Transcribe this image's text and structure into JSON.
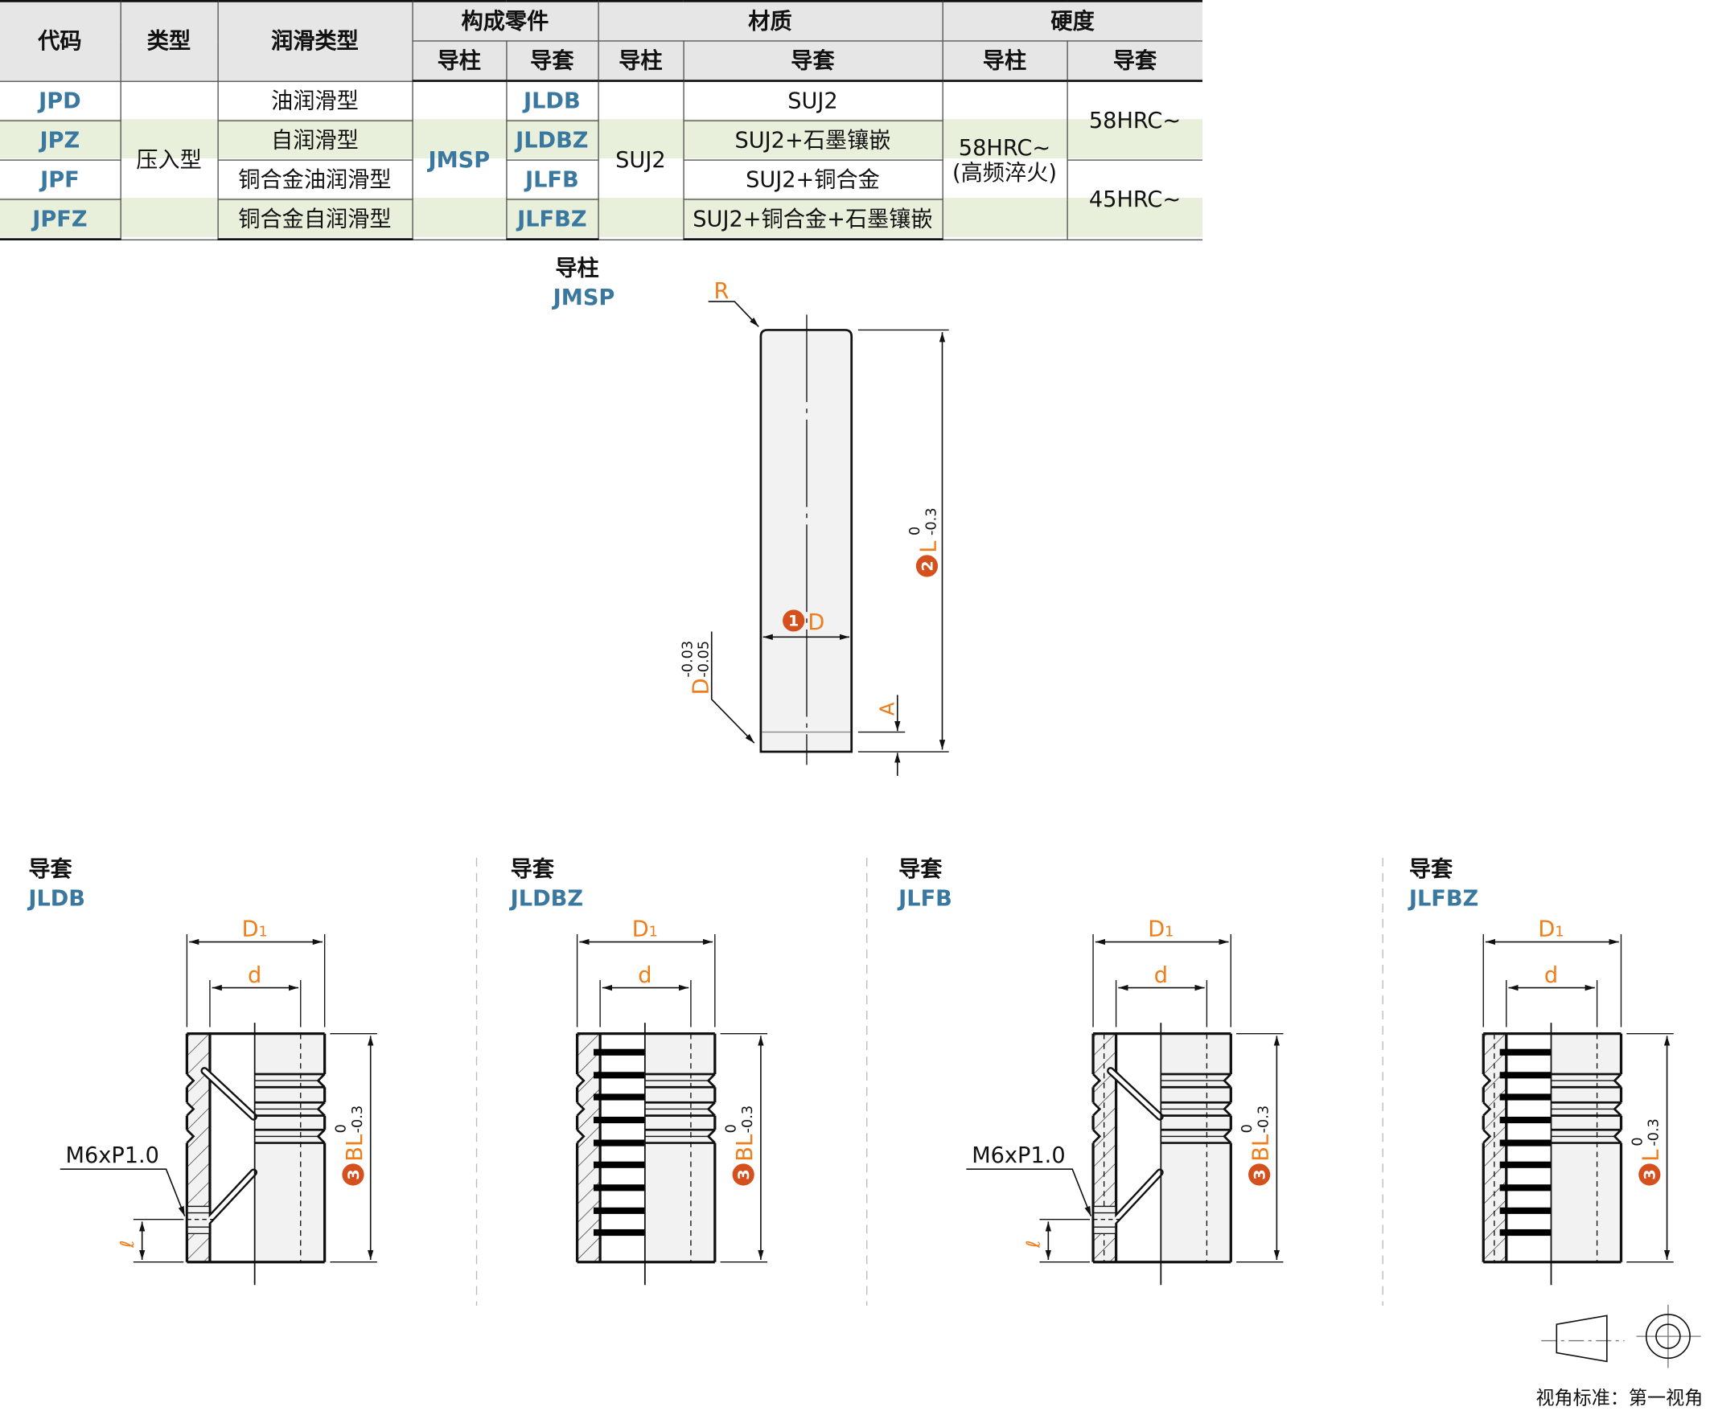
{
  "colors": {
    "accent_orange": "#ee7d1a",
    "badge_red": "#d4501c",
    "code_blue": "#3a78a0",
    "stripe_green": "#e8f0dc",
    "header_gray": "#e6e6e6"
  },
  "table": {
    "headers": {
      "code": "代码",
      "type": "类型",
      "lube": "润滑类型",
      "parts": "构成零件",
      "material": "材质",
      "hardness": "硬度",
      "post": "导柱",
      "bush": "导套"
    },
    "type_value": "压入型",
    "post_code": "JMSP",
    "post_material": "SUJ2",
    "post_hardness": "58HRC~",
    "post_hardness_note": "(高频淬火)",
    "bush_hardness": [
      "58HRC~",
      "45HRC~"
    ],
    "rows": [
      {
        "code": "JPD",
        "lube": "油润滑型",
        "bush": "JLDB",
        "bush_material": "SUJ2"
      },
      {
        "code": "JPZ",
        "lube": "自润滑型",
        "bush": "JLDBZ",
        "bush_material": "SUJ2+石墨镶嵌"
      },
      {
        "code": "JPF",
        "lube": "铜合金油润滑型",
        "bush": "JLFB",
        "bush_material": "SUJ2+铜合金"
      },
      {
        "code": "JPFZ",
        "lube": "铜合金自润滑型",
        "bush": "JLFBZ",
        "bush_material": "SUJ2+铜合金+石墨镶嵌"
      }
    ]
  },
  "guide_post": {
    "title": "导柱",
    "code": "JMSP",
    "radius_label": "R",
    "length_badge": "2",
    "length_label": "L",
    "length_tol_upper": "0",
    "length_tol_lower": "-0.3",
    "dia_badge": "1",
    "dia_label": "D",
    "fit_label": "D",
    "fit_tol_upper": "-0.03",
    "fit_tol_lower": "-0.05",
    "chamfer_label": "A"
  },
  "bushings": [
    {
      "title": "导套",
      "code": "JLDB",
      "variant": "oil",
      "copper": false,
      "outer_label": "D",
      "outer_sub": "1",
      "inner_label": "d",
      "len_badge": "3",
      "len_label": "BL",
      "tol_upper": "0",
      "tol_lower": "-0.3",
      "thread_label": "M6xP1.0",
      "depth_label": "ℓ"
    },
    {
      "title": "导套",
      "code": "JLDBZ",
      "variant": "graphite",
      "copper": false,
      "outer_label": "D",
      "outer_sub": "1",
      "inner_label": "d",
      "len_badge": "3",
      "len_label": "BL",
      "tol_upper": "0",
      "tol_lower": "-0.3"
    },
    {
      "title": "导套",
      "code": "JLFB",
      "variant": "oil",
      "copper": true,
      "outer_label": "D",
      "outer_sub": "1",
      "inner_label": "d",
      "len_badge": "3",
      "len_label": "BL",
      "tol_upper": "0",
      "tol_lower": "-0.3",
      "thread_label": "M6xP1.0",
      "depth_label": "ℓ"
    },
    {
      "title": "导套",
      "code": "JLFBZ",
      "variant": "graphite",
      "copper": true,
      "outer_label": "D",
      "outer_sub": "1",
      "inner_label": "d",
      "len_badge": "3",
      "len_label": "L",
      "tol_upper": "0",
      "tol_lower": "-0.3"
    }
  ],
  "projection": {
    "label": "视角标准：第一视角"
  }
}
